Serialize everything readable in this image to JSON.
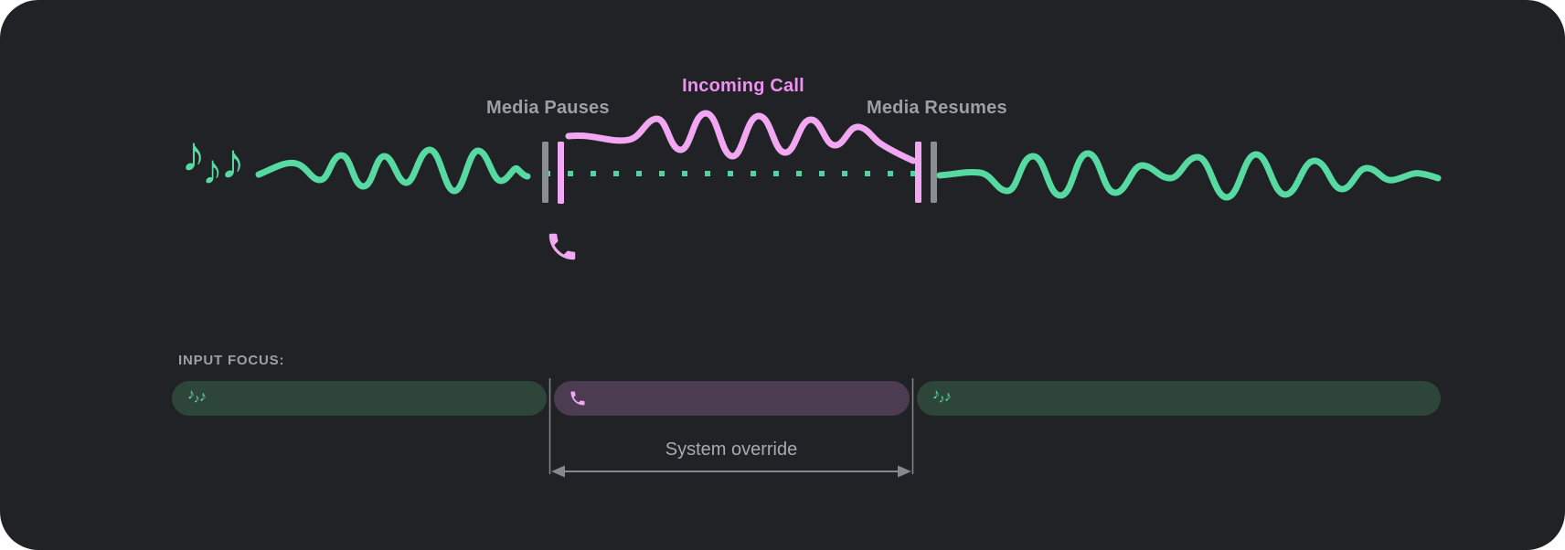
{
  "diagram": {
    "media_pauses_label": "Media Pauses",
    "incoming_call_label": "Incoming Call",
    "media_resumes_label": "Media Resumes",
    "icons": {
      "note_glyph": "♪",
      "music_notes": "music-notes-icon",
      "phone": "phone-icon"
    },
    "colors": {
      "media_wave_green": "#57d9a2",
      "media_dotted_green": "#4ed49c",
      "call_wave_pink": "#f2a7f2",
      "incoming_call_text_pink": "#ef90f1",
      "pause_bar_gray": "#8a8d91",
      "label_gray": "#9aa0a6"
    }
  },
  "input_focus": {
    "title": "INPUT FOCUS:",
    "annotation": "System override",
    "segments": [
      {
        "name": "media-before-call",
        "icon": "music-notes-icon",
        "bg": "#2d4639"
      },
      {
        "name": "call",
        "icon": "phone-icon",
        "bg": "#4c3c52"
      },
      {
        "name": "media-after-call",
        "icon": "music-notes-icon",
        "bg": "#2d4639"
      }
    ],
    "colors": {
      "guide_gray": "#85898d",
      "annotation_text": "#a6abb0"
    }
  },
  "colors": {
    "page_bg": "#ffffff",
    "card_bg": "#212226"
  }
}
